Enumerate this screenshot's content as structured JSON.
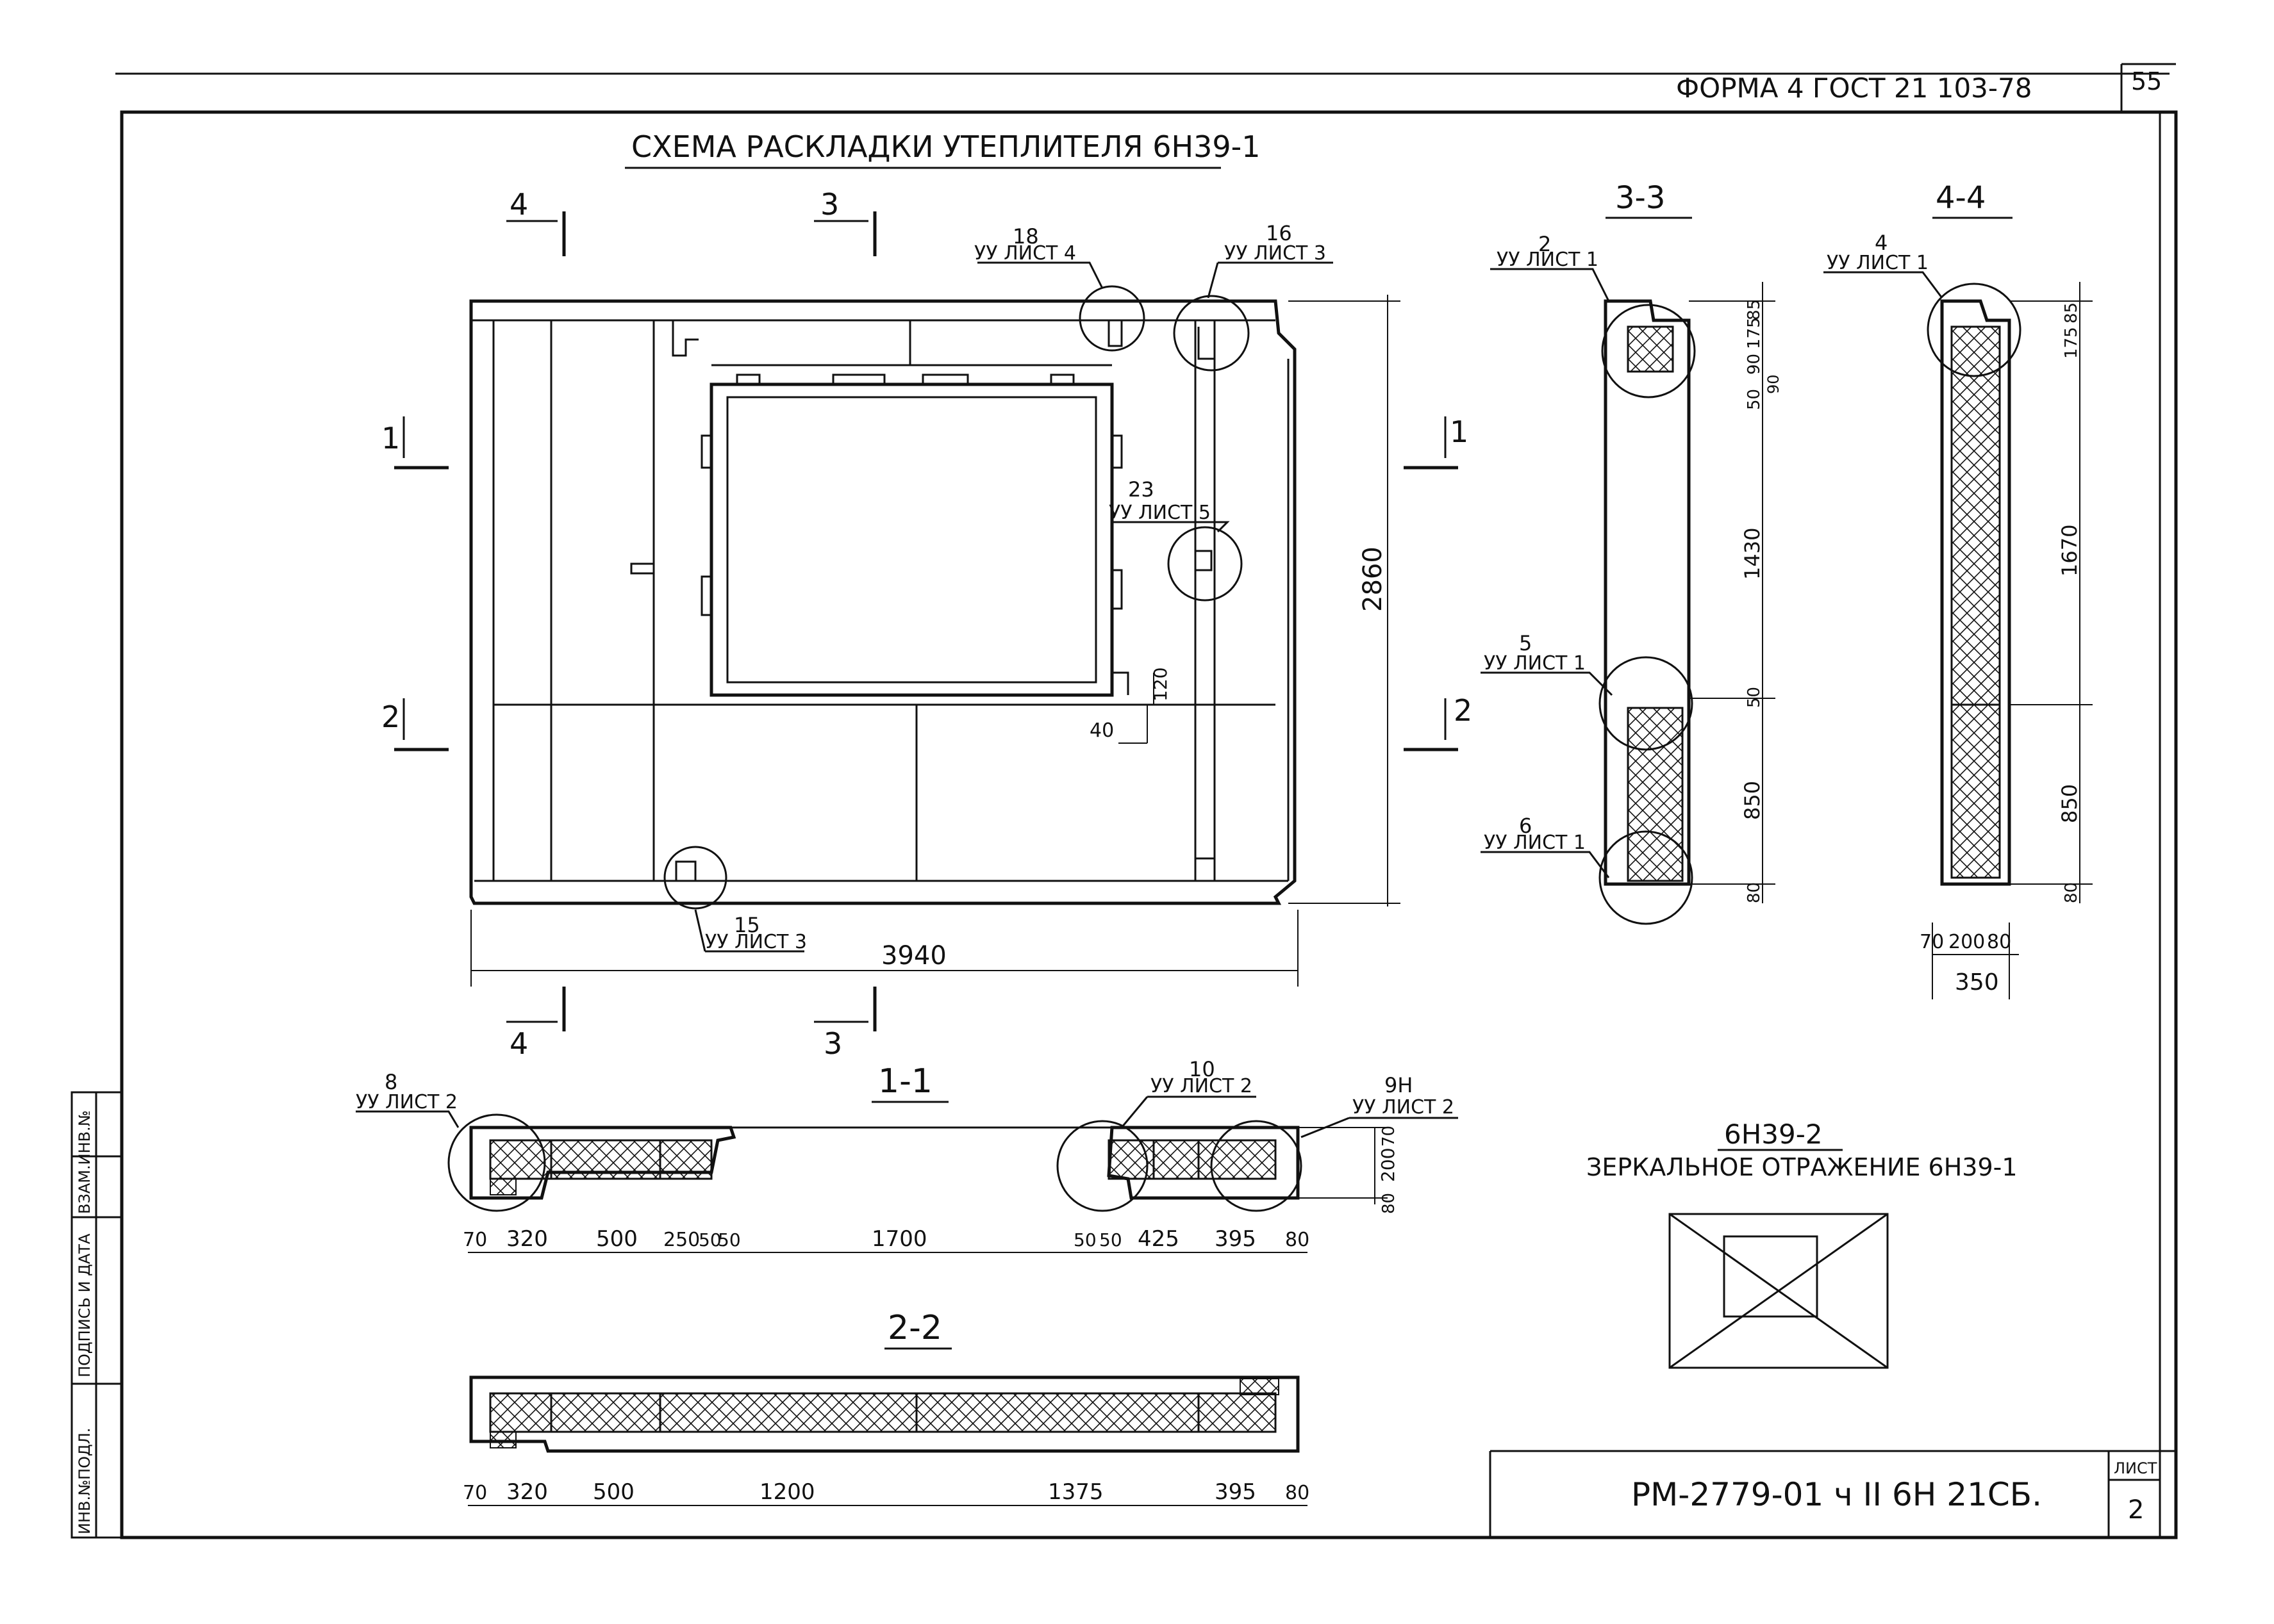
{
  "header": {
    "form_label": "ФОРМА 4 ГОСТ 21 103-78",
    "page_number": "55"
  },
  "title": "СХЕМА РАСКЛАДКИ УТЕПЛИТЕЛЯ 6Н39-1",
  "plan": {
    "width_dim": "3940",
    "height_dim": "2860",
    "small_dim_120": "120",
    "small_dim_40": "40",
    "cut_1": "1",
    "cut_2": "2",
    "cut_3": "3",
    "cut_4": "4",
    "callouts": [
      {
        "num": "18",
        "ref": "УУ ЛИСТ 4"
      },
      {
        "num": "16",
        "ref": "УУ ЛИСТ 3"
      },
      {
        "num": "23",
        "ref": "УУ ЛИСТ 5"
      },
      {
        "num": "15",
        "ref": "УУ ЛИСТ 3"
      }
    ]
  },
  "section_3_3": {
    "label": "3-3",
    "callouts": [
      {
        "num": "2",
        "ref": "УУ ЛИСТ 1"
      },
      {
        "num": "5",
        "ref": "УУ ЛИСТ 1"
      },
      {
        "num": "6",
        "ref": "УУ ЛИСТ 1"
      }
    ],
    "dims": [
      "85",
      "175",
      "90",
      "50",
      "90",
      "1430",
      "50",
      "850",
      "80"
    ]
  },
  "section_4_4": {
    "label": "4-4",
    "callout": {
      "num": "4",
      "ref": "УУ ЛИСТ 1"
    },
    "dims": [
      "85",
      "175",
      "1670",
      "850",
      "80"
    ],
    "bottom_dims": [
      "70",
      "200",
      "80"
    ],
    "total": "350"
  },
  "section_1_1": {
    "label": "1-1",
    "callouts": [
      {
        "num": "8",
        "ref": "УУ ЛИСТ 2"
      },
      {
        "num": "10",
        "ref": "УУ ЛИСТ 2"
      },
      {
        "num": "9Н",
        "ref": "УУ ЛИСТ 2"
      }
    ],
    "dims": [
      "70",
      "320",
      "500",
      "250",
      "50",
      "50",
      "1700",
      "50",
      "50",
      "425",
      "395",
      "80"
    ],
    "side_dims": [
      "70",
      "200",
      "80"
    ]
  },
  "section_2_2": {
    "label": "2-2",
    "dims": [
      "70",
      "320",
      "500",
      "1200",
      "1375",
      "395",
      "80"
    ]
  },
  "mirror_note": {
    "title": "6Н39-2",
    "subtitle": "ЗЕРКАЛЬНОЕ ОТРАЖЕНИЕ 6Н39-1"
  },
  "side_stamp": {
    "col1": "ИНВ.№ПОДЛ.",
    "col2": "ПОДПИСЬ И ДАТА",
    "col3": "ВЗАМ.ИНВ.№"
  },
  "title_block": {
    "code": "РМ-2779-01 ч II 6Н 21СБ.",
    "sheet_label": "ЛИСТ",
    "sheet_number": "2"
  }
}
